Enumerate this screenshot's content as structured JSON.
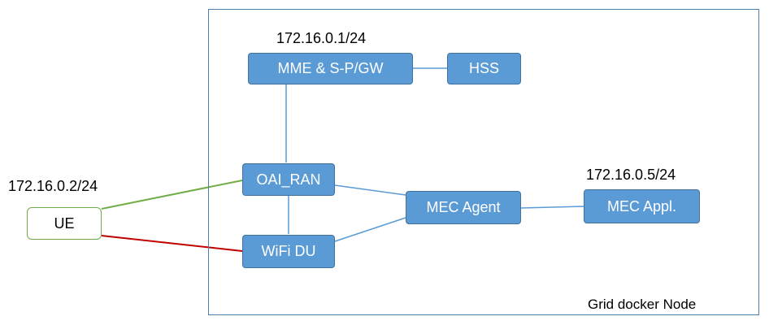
{
  "colors": {
    "node_fill": "#5b9bd5",
    "node_border": "#41729f",
    "frame_border": "#4e7fab",
    "link_blue": "#5b9bd5",
    "link_green": "#70ad47",
    "link_red": "#c00000",
    "ue_border": "#70ad47"
  },
  "frame": {
    "label": "Grid docker Node"
  },
  "nodes": {
    "mme": "MME & S-P/GW",
    "hss": "HSS",
    "oai_ran": "OAI_RAN",
    "wifi_du": "WiFi DU",
    "mec_agent": "MEC Agent",
    "mec_appl": "MEC Appl.",
    "ue": "UE"
  },
  "addresses": {
    "mme": "172.16.0.1/24",
    "ue": "172.16.0.2/24",
    "mec_appl": "172.16.0.5/24"
  },
  "links": [
    {
      "from": "mme",
      "to": "hss",
      "color": "#5b9bd5"
    },
    {
      "from": "mme",
      "to": "oai_ran",
      "color": "#5b9bd5"
    },
    {
      "from": "oai_ran",
      "to": "wifi_du",
      "color": "#5b9bd5"
    },
    {
      "from": "oai_ran",
      "to": "mec_agent",
      "color": "#5b9bd5"
    },
    {
      "from": "wifi_du",
      "to": "mec_agent",
      "color": "#5b9bd5"
    },
    {
      "from": "mec_agent",
      "to": "mec_appl",
      "color": "#5b9bd5"
    },
    {
      "from": "ue",
      "to": "oai_ran",
      "color": "#70ad47"
    },
    {
      "from": "ue",
      "to": "wifi_du",
      "color": "#c00000"
    }
  ]
}
